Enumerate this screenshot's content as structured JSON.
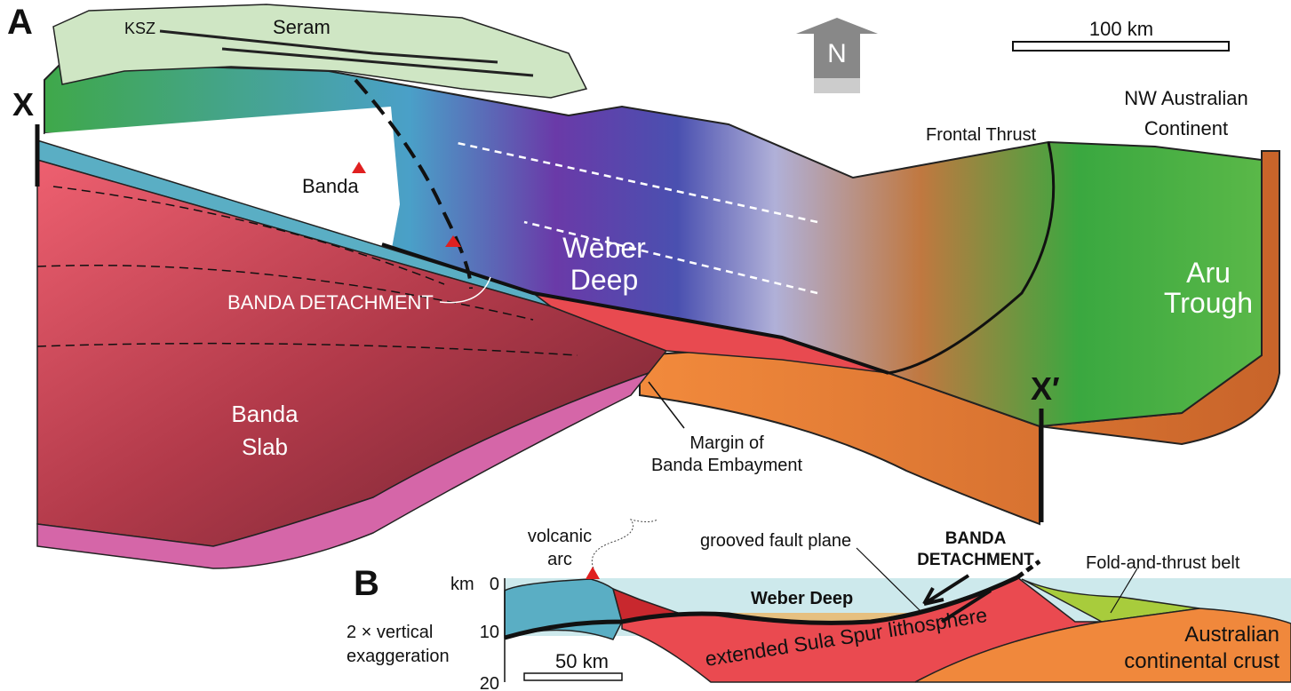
{
  "panel_a": {
    "panel_label": "A",
    "section_start": "X",
    "section_end": "X′",
    "labels": {
      "ksz": "KSZ",
      "seram": "Seram",
      "north": "N",
      "scale": "100 km",
      "nw_australian_1": "NW Australian",
      "nw_australian_2": "Continent",
      "frontal_thrust": "Frontal Thrust",
      "banda": "Banda",
      "weber_1": "Weber",
      "weber_2": "Deep",
      "aru_1": "Aru",
      "aru_2": "Trough",
      "banda_detachment": "BANDA DETACHMENT",
      "banda_slab_1": "Banda",
      "banda_slab_2": "Slab",
      "margin_1": "Margin of",
      "margin_2": "Banda Embayment"
    }
  },
  "panel_b": {
    "panel_label": "B",
    "depth_axis": {
      "unit": "km",
      "ticks": [
        "0",
        "10",
        "20"
      ]
    },
    "vertical_exaggeration_1": "2 × vertical",
    "vertical_exaggeration_2": "exaggeration",
    "scale": "50 km",
    "labels": {
      "volcanic_1": "volcanic",
      "volcanic_2": "arc",
      "grooved": "grooved fault plane",
      "detachment_1": "BANDA",
      "detachment_2": "DETACHMENT",
      "fold_thrust": "Fold-and-thrust belt",
      "weber_deep": "Weber Deep",
      "sula": "extended Sula Spur lithosphere",
      "aus_1": "Australian",
      "aus_2": "continental crust"
    }
  },
  "colors": {
    "slab_red": "#e8505c",
    "slab_dark": "#8a2c3a",
    "slab_rim": "#d566a8",
    "ocean_blue": "#5aaec4",
    "aus_orange": "#f0883c",
    "seram_green": "#cfe6c4",
    "sea": "#cde9ec",
    "fold_green": "#a8cc3c",
    "sediment": "#e6c080"
  }
}
